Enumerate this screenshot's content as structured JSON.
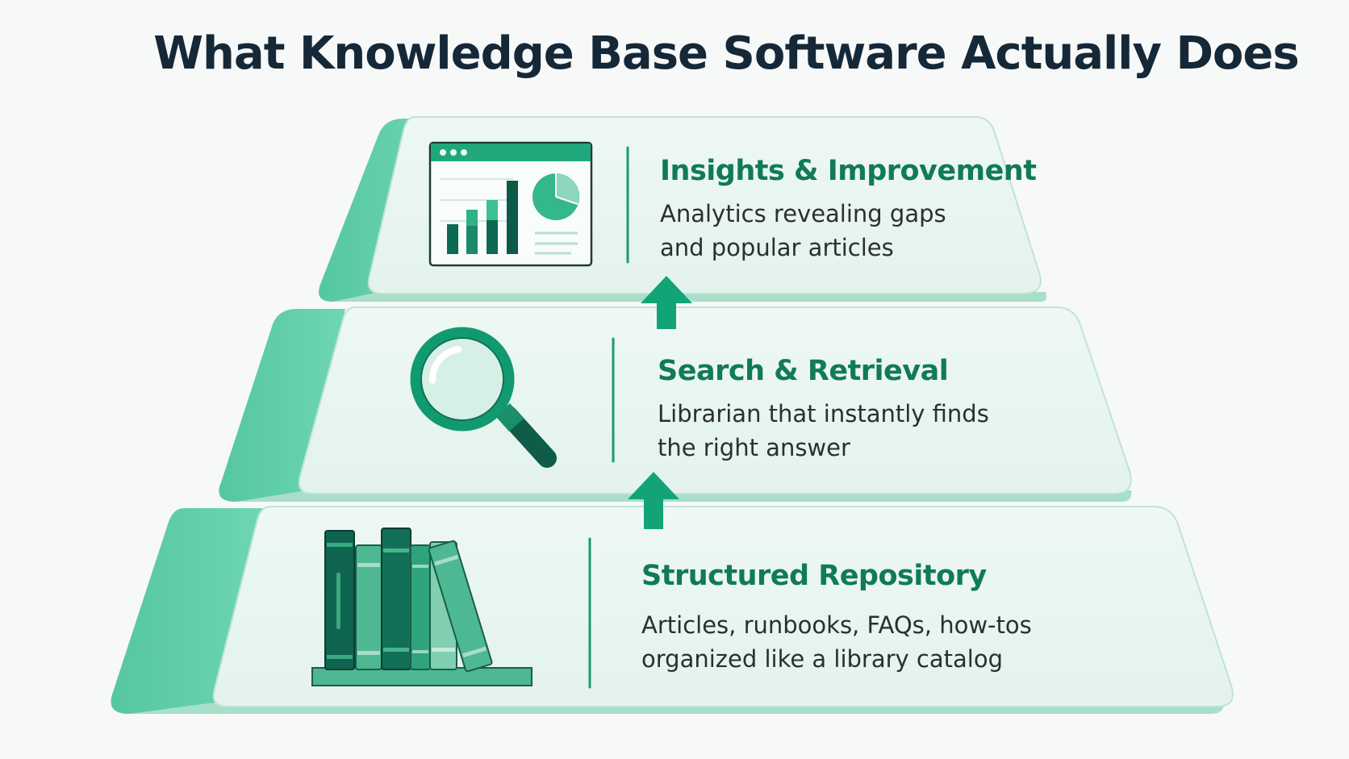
{
  "title": "What Knowledge Base Software Actually Does",
  "tiers": [
    {
      "title": "Insights & Improvement",
      "desc_line1": "Analytics revealing gaps",
      "desc_line2": "and popular articles",
      "icon": "analytics-dashboard-icon"
    },
    {
      "title": "Search & Retrieval",
      "desc_line1": "Librarian that instantly finds",
      "desc_line2": "the right answer",
      "icon": "magnifying-glass-icon"
    },
    {
      "title": "Structured Repository",
      "desc_line1": "Articles, runbooks, FAQs, how-tos",
      "desc_line2": "organized like a library catalog",
      "icon": "books-icon"
    }
  ],
  "colors": {
    "title": "#152838",
    "tier_title": "#117a58",
    "face": "#e9f6f1",
    "side": "#5cc9a4",
    "dark_green": "#0e6b55",
    "accent": "#16a37a"
  }
}
